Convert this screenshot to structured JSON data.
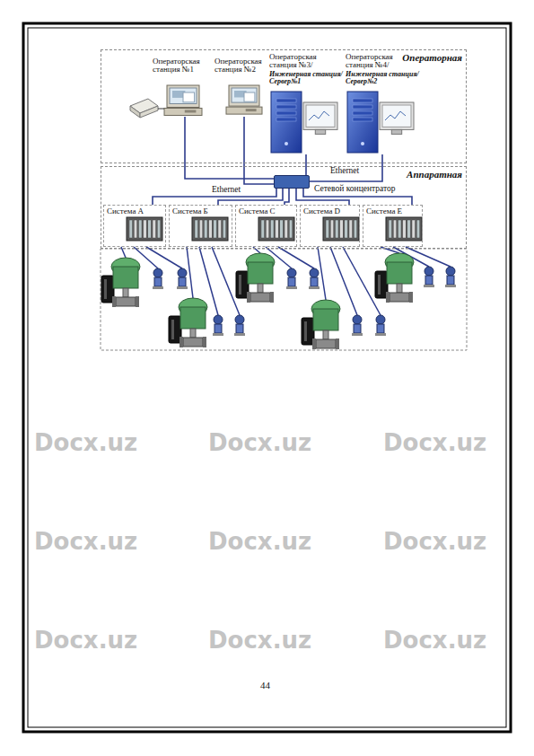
{
  "diagram": {
    "nodes": [
      {
        "text": [
          "Операторная"
        ]
      },
      {
        "text": [
          "Операторская станция №1"
        ],
        "in": 0
      },
      {
        "text": [
          "Операторская станция №2"
        ],
        "in": 0
      },
      {
        "text": [
          "Операторская станция №3/",
          "Инженерная станция/ Сервер№1"
        ],
        "in": 0
      },
      {
        "text": [
          "Операторская станция №4/",
          "Инженерная станция/ Сервер№2"
        ],
        "in": 0
      },
      {
        "text": [
          "Аппаратная"
        ]
      },
      {
        "text": [
          "Сетевой концентратор"
        ],
        "in": 5
      },
      {
        "text": [
          "Система А"
        ],
        "in": 5
      },
      {
        "text": [
          "Система Б"
        ],
        "in": 5
      },
      {
        "text": [
          "Система С"
        ],
        "in": 5
      },
      {
        "text": [
          "Система D"
        ],
        "in": 5
      },
      {
        "text": [
          "Система Е"
        ],
        "in": 5
      }
    ],
    "edges": [
      {
        "from": 1,
        "to": 6,
        "arrow": "none"
      },
      {
        "from": 2,
        "to": 6,
        "arrow": "none"
      },
      {
        "from": 3,
        "to": 6,
        "arrow": "none"
      },
      {
        "from": 4,
        "to": 6,
        "arrow": "none"
      },
      {
        "from": 6,
        "to": 7,
        "arrow": "none"
      },
      {
        "from": 6,
        "to": 8,
        "arrow": "none"
      },
      {
        "from": 6,
        "to": 9,
        "arrow": "none"
      },
      {
        "from": 6,
        "to": 10,
        "arrow": "none"
      },
      {
        "from": 6,
        "to": 11,
        "arrow": "none"
      }
    ],
    "labels": [
      "Ethernet",
      "Ethernet",
      "44",
      "Docx.uz",
      "Docx.uz",
      "Docx.uz",
      "Docx.uz",
      "Docx.uz",
      "Docx.uz",
      "Docx.uz",
      "Docx.uz",
      "Docx.uz"
    ]
  }
}
